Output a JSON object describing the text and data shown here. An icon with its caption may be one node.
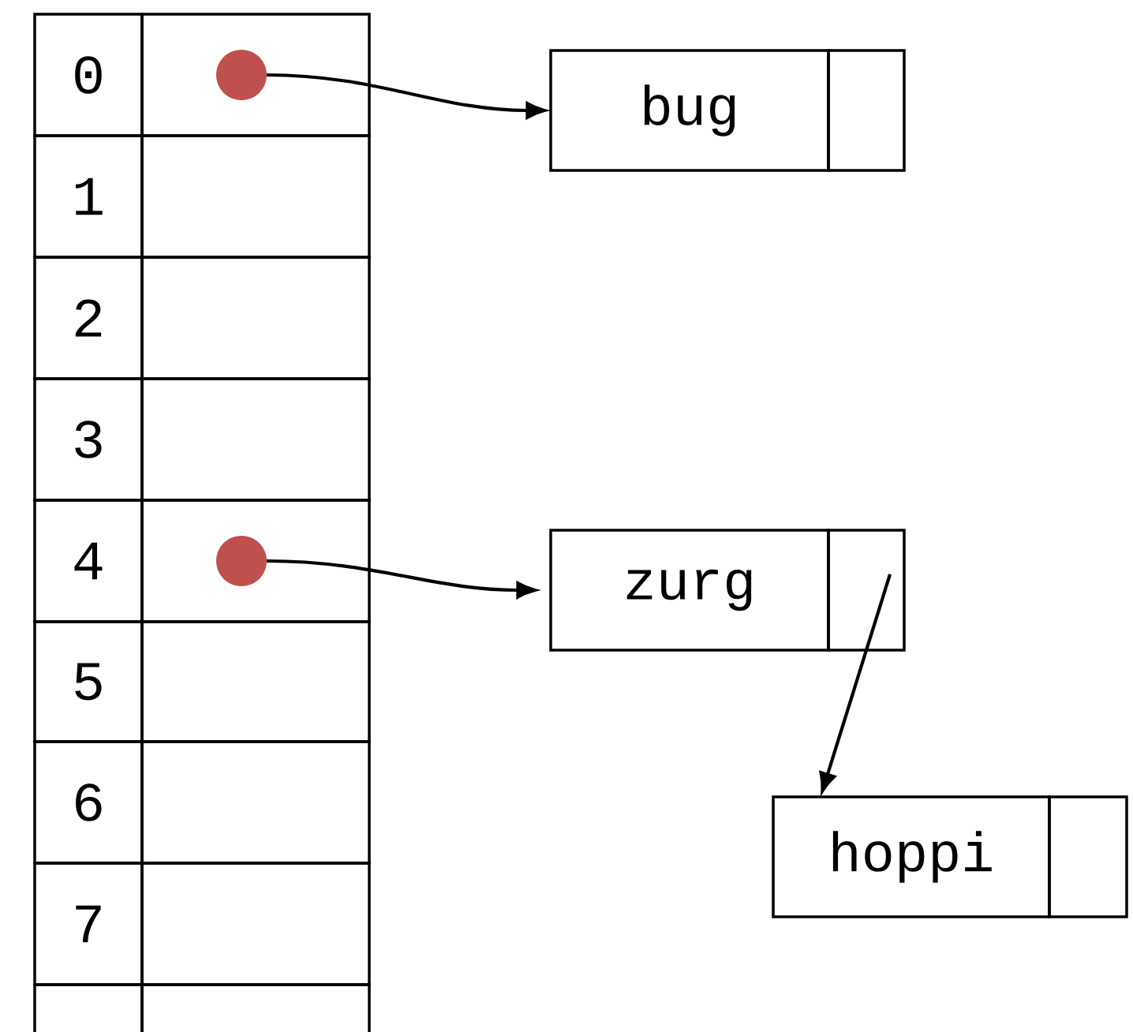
{
  "diagram": {
    "nodes": [
      {
        "text": [
          "0"
        ]
      },
      {
        "text": [],
        "shape": "box"
      },
      {
        "text": [
          "1"
        ]
      },
      {
        "text": [],
        "shape": "box"
      },
      {
        "text": [
          "2"
        ]
      },
      {
        "text": [],
        "shape": "box"
      },
      {
        "text": [
          "3"
        ]
      },
      {
        "text": [],
        "shape": "box"
      },
      {
        "text": [
          "4"
        ]
      },
      {
        "text": [],
        "shape": "box"
      },
      {
        "text": [
          "5"
        ]
      },
      {
        "text": [],
        "shape": "box"
      },
      {
        "text": [
          "6"
        ]
      },
      {
        "text": [],
        "shape": "box"
      },
      {
        "text": [
          "7"
        ]
      },
      {
        "text": [],
        "shape": "box"
      },
      {
        "text": [],
        "shape": "box"
      },
      {
        "text": [],
        "shape": "box"
      },
      {
        "text": [],
        "shape": "circle",
        "in": 1
      },
      {
        "text": [],
        "shape": "circle",
        "in": 9
      },
      {
        "text": [
          "bug"
        ]
      },
      {
        "text": [],
        "shape": "box"
      },
      {
        "text": [
          "zurg"
        ]
      },
      {
        "text": [],
        "shape": "box"
      },
      {
        "text": [
          "hoppi"
        ]
      },
      {
        "text": [],
        "shape": "box"
      }
    ],
    "edges": [
      {
        "from": 18,
        "to": 20,
        "arrow": "to"
      },
      {
        "from": 19,
        "to": 22,
        "arrow": "to"
      },
      {
        "from": 23,
        "to": 24,
        "arrow": "to"
      }
    ]
  }
}
